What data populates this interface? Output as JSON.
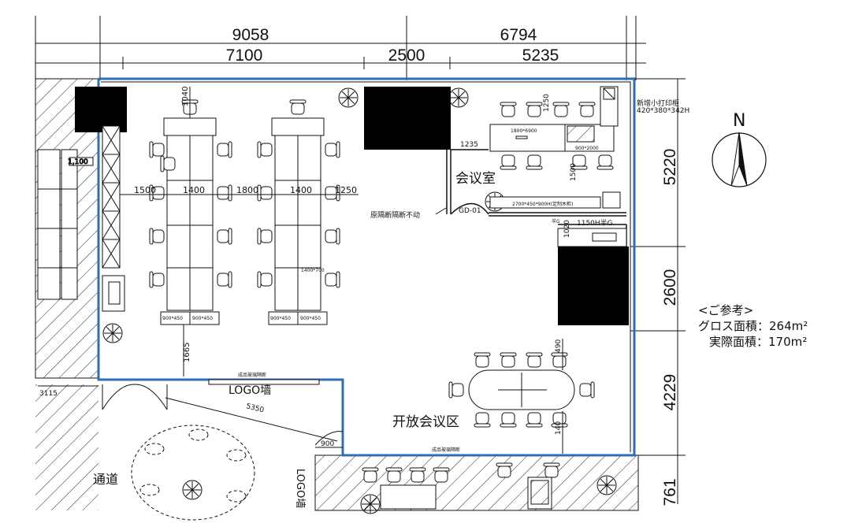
{
  "dimensions_top": {
    "total_left": "9058",
    "total_right": "6794",
    "seg1": "7100",
    "seg2": "2500",
    "seg3": "5235"
  },
  "dimensions_right": {
    "d1": "5220",
    "d2": "2600",
    "d3": "4229",
    "d4": "761"
  },
  "compass": {
    "label": "N"
  },
  "rooms": {
    "meeting_room": "会议室",
    "open_meeting_area": "开放会议区",
    "corridor": "通道",
    "logo_wall": "LOGO墙",
    "logo_wall_lower": "LOGO墙"
  },
  "annotations": {
    "original_partition": "原隔断隔断不动",
    "glass_partition_top": "成品玻璃隔断",
    "glass_partition_bottom": "成品玻璃隔断",
    "printer": "新增小打印柜",
    "printer_size": "420*380*342H",
    "gd01": "GD-01",
    "ledge_1150": "1150H半G",
    "cabinet_2700": "2700*450*900H(定制木柜)",
    "half_g": "半G",
    "table_1800": "1800*6900",
    "cabinet_900": "900*2000",
    "cab_900_450": "900*450",
    "label_1100": "1,100",
    "label_1400_700": "1400*700"
  },
  "inner_dims": {
    "d1040": "1040",
    "d1500": "1500",
    "d1400a": "1400",
    "d1800": "1800",
    "d1400b": "1400",
    "d1250": "1250",
    "d1665": "1665",
    "d1235": "1235",
    "d1250v": "1250",
    "d1500v": "1500",
    "d1020": "1020",
    "d490": "490",
    "d140": "140",
    "d5350": "5350",
    "d900": "900",
    "d3115": "3115"
  },
  "area_note": {
    "title": "<ご参考>",
    "gross_label": "グロス面積：",
    "gross_value": "264m²",
    "actual_label": "実際面積：",
    "actual_value": "170m²"
  },
  "colors": {
    "outline": "#2f6fb5",
    "column": "#000000",
    "line": "#111111"
  }
}
